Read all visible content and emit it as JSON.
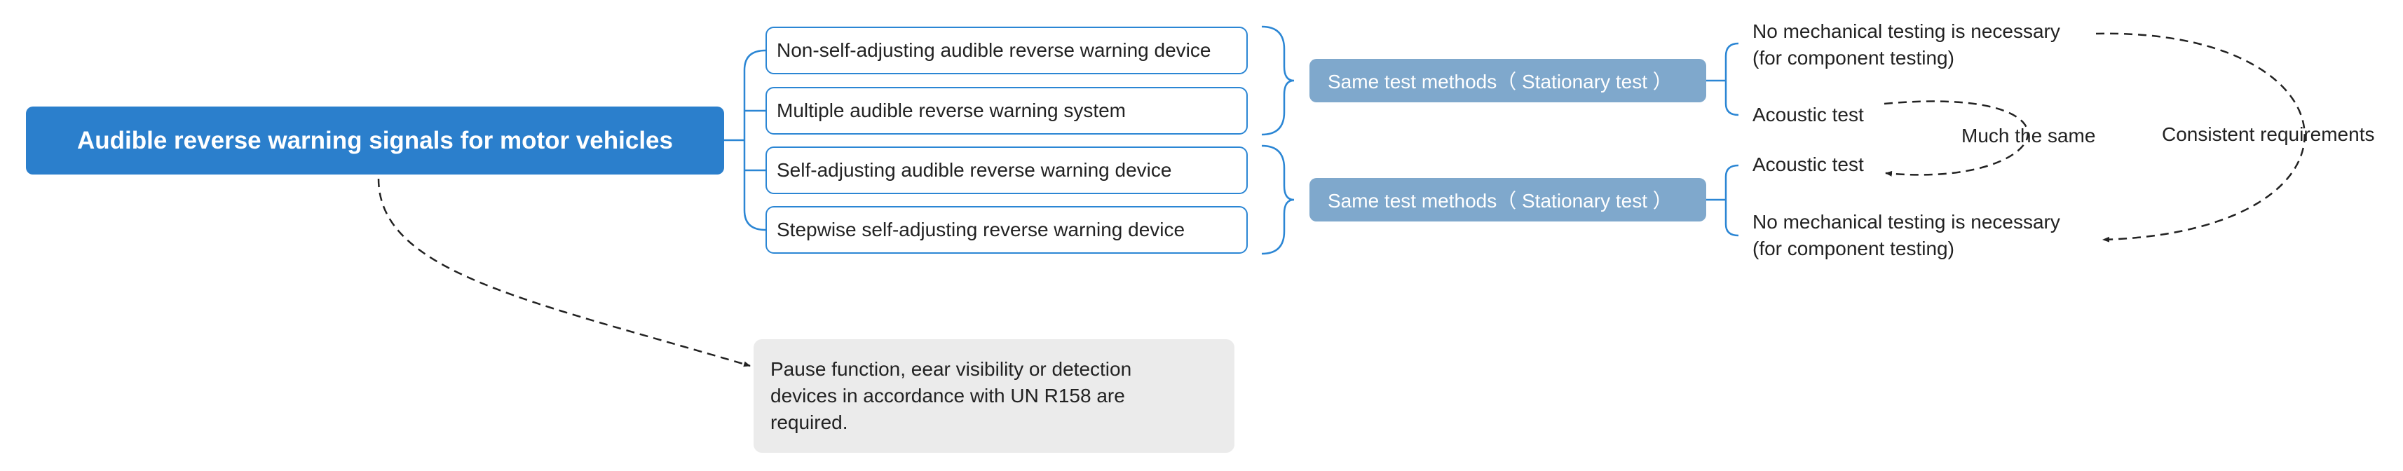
{
  "root": {
    "title": "Audible reverse warning signals for motor vehicles"
  },
  "devices": [
    {
      "label": "Non-self-adjusting audible reverse warning device"
    },
    {
      "label": "Multiple audible reverse warning system"
    },
    {
      "label": "Self-adjusting audible reverse warning device"
    },
    {
      "label": "Stepwise self-adjusting reverse warning device"
    }
  ],
  "tests": [
    {
      "label": "Same test methods（ Stationary test ）"
    },
    {
      "label": "Same test methods（ Stationary test ）"
    }
  ],
  "leaves": {
    "group1": {
      "mechanical_line1": "No mechanical testing is necessary",
      "mechanical_line2": "(for component testing)",
      "acoustic": "Acoustic test"
    },
    "group2": {
      "acoustic": "Acoustic test",
      "mechanical_line1": "No mechanical testing is necessary",
      "mechanical_line2": "(for component testing)"
    }
  },
  "relations": {
    "much_the_same": "Much the same",
    "consistent": "Consistent requirements"
  },
  "note": {
    "line1": "Pause function, eear visibility or detection",
    "line2": "devices in accordance with UN R158 are",
    "line3": "required."
  },
  "colors": {
    "primary": "#2b7fcc",
    "test_node": "#7fa8cc",
    "connector": "#2b86d4",
    "note_bg": "#ebebeb"
  }
}
